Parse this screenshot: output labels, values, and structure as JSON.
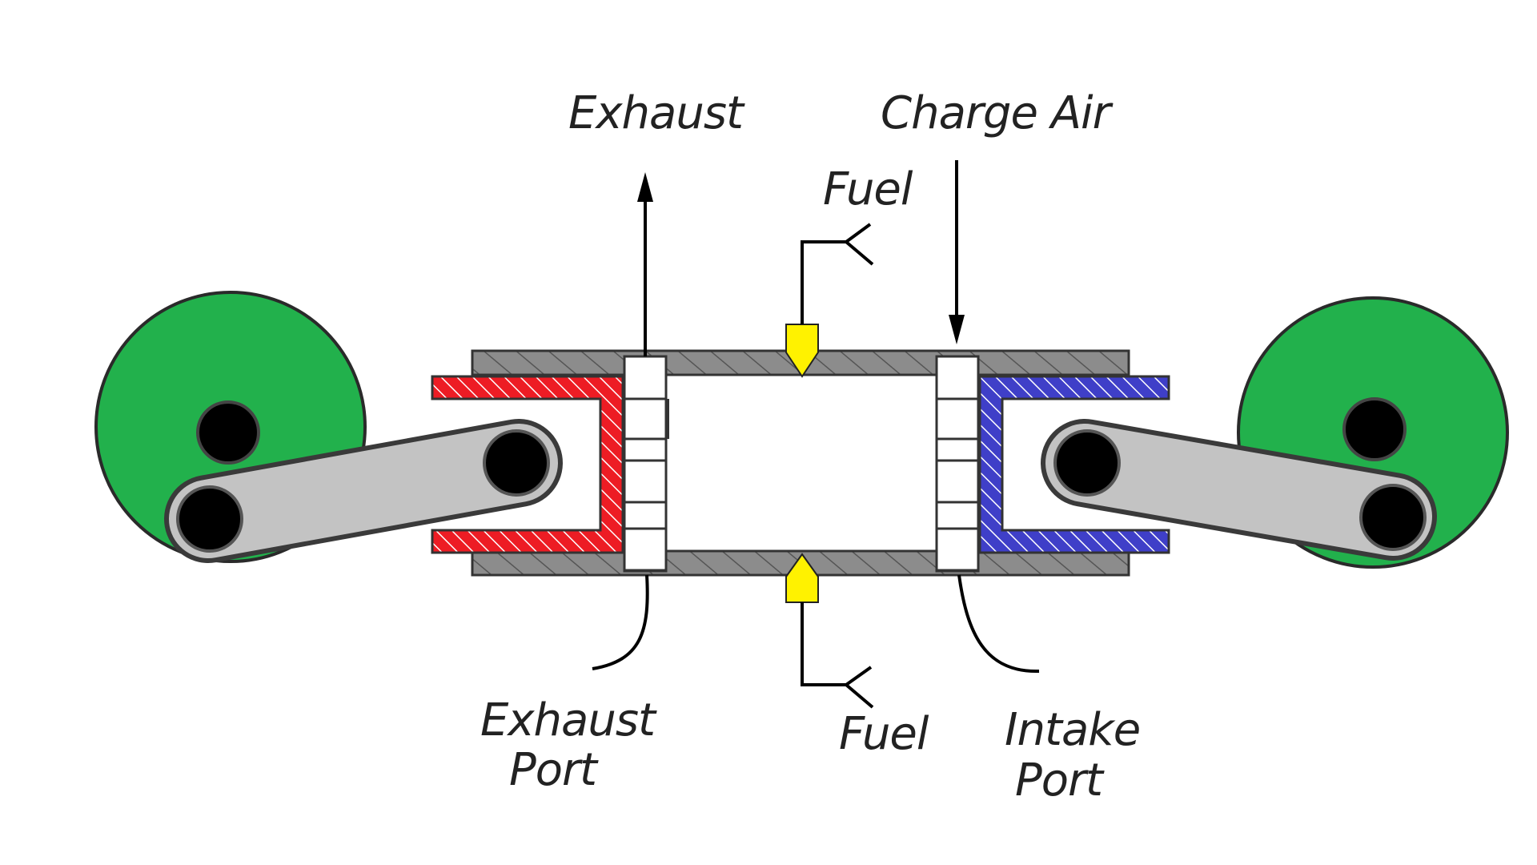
{
  "labels": {
    "exhaust": "Exhaust",
    "charge_air": "Charge Air",
    "fuel_top": "Fuel",
    "fuel_bottom": "Fuel",
    "exhaust_port_line1": "Exhaust",
    "exhaust_port_line2": "Port",
    "intake_port_line1": "Intake",
    "intake_port_line2": "Port"
  },
  "colors": {
    "background": "#ffffff",
    "crank_disc": "#22b14c",
    "cylinder_wall": "#8c8c8c",
    "exhaust_piston": "#ed1c24",
    "intake_piston": "#3f3fc8",
    "connecting_rod": "#c3c3c3",
    "pin": "#000000",
    "fuel_injector": "#fff200",
    "line": "#000000"
  },
  "icons": {
    "exhaust_arrow": "arrow-up-icon",
    "charge_air_arrow": "arrow-down-icon",
    "injector": "fuel-injector-icon",
    "crank": "crankshaft-disc-icon"
  }
}
